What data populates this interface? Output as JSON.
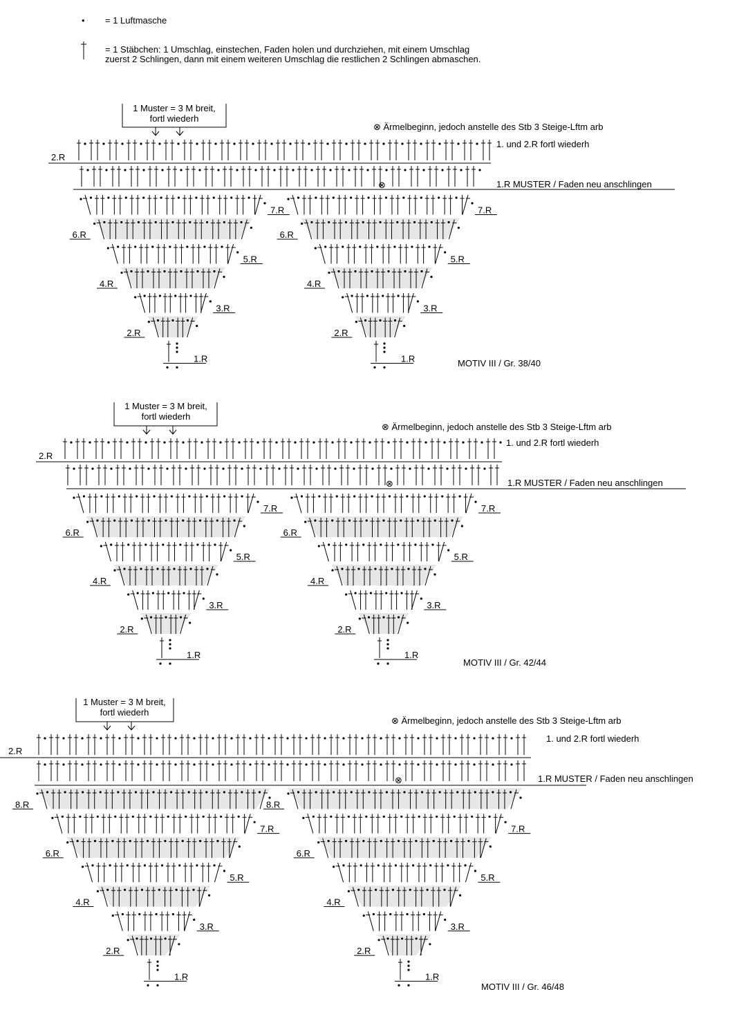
{
  "legend": {
    "chain_symbol": "•",
    "chain_text": "= 1 Luftmasche",
    "dc_text_line1": "= 1 Stäbchen: 1 Umschlag, einstechen, Faden holen und durchziehen, mit einem Umschlag",
    "dc_text_line2": "zuerst 2 Schlingen, dann mit einem weiteren Umschlag die restlichen 2 Schlingen abmaschen."
  },
  "charts": [
    {
      "title": "MOTIV III  / Gr. 38/40",
      "repeat_box_line1": "1 Muster = 3 M breit,",
      "repeat_box_line2": "fortl wiederh",
      "sleeve_note": "⊗  Ärmelbeginn, jedoch anstelle des Stb 3 Steige-Lftm arb",
      "row2_label": "2.R",
      "row12_note": "1. und 2.R fortl wiederh",
      "row1_note": "1.R  MUSTER / Faden neu anschlingen",
      "motif_rows": [
        "7.R",
        "6.R",
        "5.R",
        "4.R",
        "3.R",
        "2.R",
        "1.R"
      ]
    },
    {
      "title": "MOTIV III  / Gr. 42/44",
      "repeat_box_line1": "1 Muster = 3 M breit,",
      "repeat_box_line2": "fortl wiederh",
      "sleeve_note": "⊗  Ärmelbeginn, jedoch anstelle des Stb 3 Steige-Lftm arb",
      "row2_label": "2.R",
      "row12_note": "1. und 2.R fortl wiederh",
      "row1_note": "1.R  MUSTER / Faden neu anschlingen",
      "motif_rows": [
        "7.R",
        "6.R",
        "5.R",
        "4.R",
        "3.R",
        "2.R",
        "1.R"
      ]
    },
    {
      "title": "MOTIV III  / Gr. 46/48",
      "repeat_box_line1": "1 Muster = 3 M breit,",
      "repeat_box_line2": "fortl wiederh",
      "sleeve_note": "⊗  Ärmelbeginn, jedoch anstelle des Stb 3 Steige-Lftm arb",
      "row2_label": "2.R",
      "row12_note": "1. und 2.R fortl wiederh",
      "row1_note": "1.R  MUSTER / Faden neu anschlingen",
      "motif_rows": [
        "8.R",
        "7.R",
        "6.R",
        "5.R",
        "4.R",
        "3.R",
        "2.R",
        "1.R"
      ]
    }
  ]
}
